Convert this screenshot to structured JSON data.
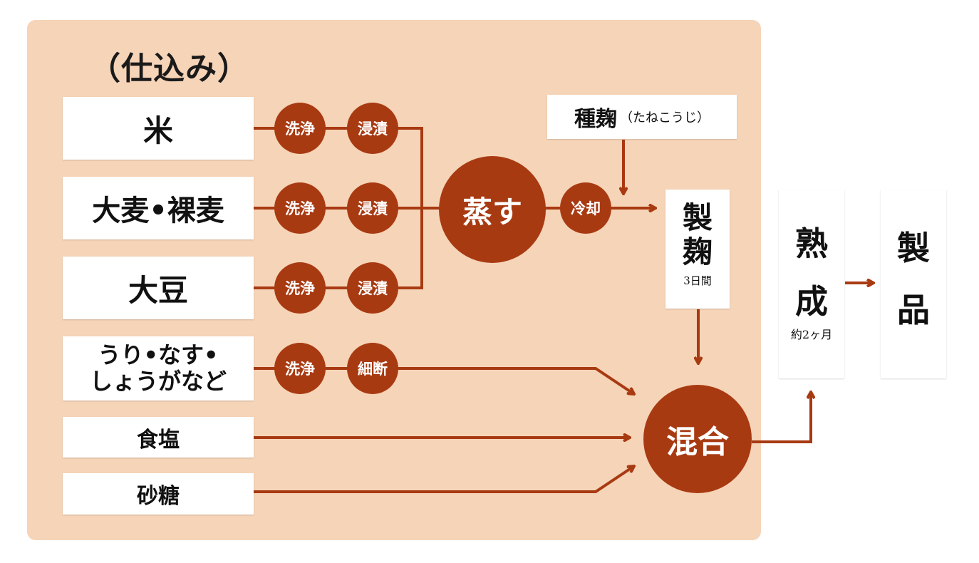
{
  "heading": "（仕込み）",
  "ingredients": {
    "rice": "米",
    "barley": "大麦•裸麦",
    "soybean": "大豆",
    "vegetables_line1": "うり•なす•",
    "vegetables_line2": "しょうがなど",
    "salt": "食塩",
    "sugar": "砂糖"
  },
  "steps": {
    "wash": "洗浄",
    "soak": "浸漬",
    "cut": "細断",
    "steam": "蒸す",
    "cool": "冷却",
    "mix": "混合"
  },
  "koji_seed": {
    "label": "種麹",
    "reading": "（たねこうじ）"
  },
  "koji_making": {
    "char1": "製",
    "char2": "麹",
    "duration": "3日間"
  },
  "aging": {
    "char1": "熟",
    "char2": "成",
    "duration": "約2ヶ月"
  },
  "product": {
    "char1": "製",
    "char2": "品"
  },
  "colors": {
    "accent": "#a83a12",
    "panel": "#f6d4b8",
    "box": "#ffffff"
  }
}
